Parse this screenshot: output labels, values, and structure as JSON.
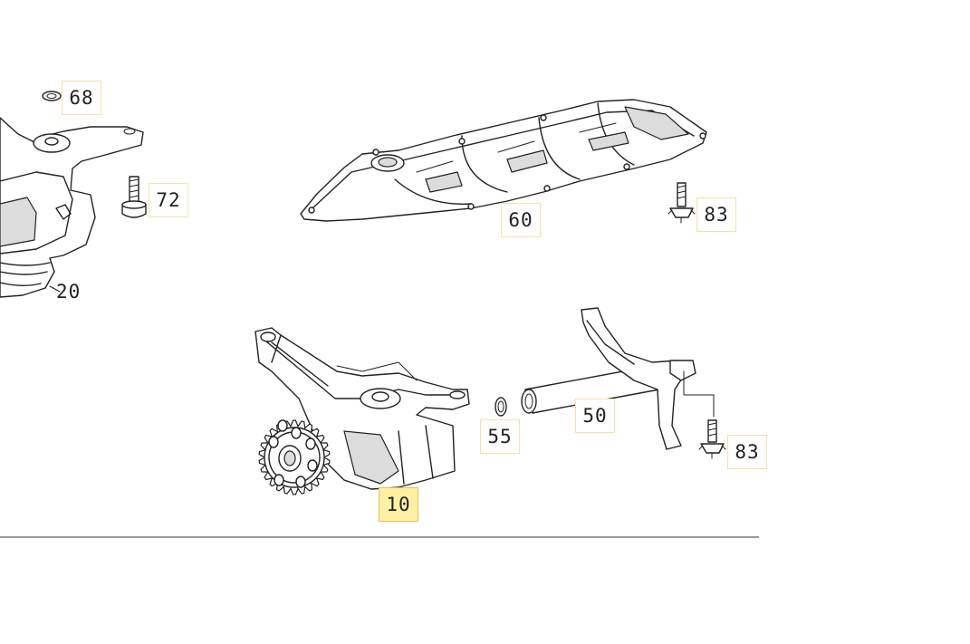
{
  "diagram": {
    "callouts": [
      {
        "id": "68",
        "label": "68"
      },
      {
        "id": "72",
        "label": "72"
      },
      {
        "id": "20",
        "label": "20"
      },
      {
        "id": "60",
        "label": "60"
      },
      {
        "id": "83a",
        "label": "83"
      },
      {
        "id": "50",
        "label": "50"
      },
      {
        "id": "55",
        "label": "55"
      },
      {
        "id": "83b",
        "label": "83"
      },
      {
        "id": "10",
        "label": "10",
        "selected": true
      }
    ],
    "colors": {
      "callout_border": "#f3e3a8",
      "selected_fill": "#fff0a6",
      "line": "#222222"
    }
  }
}
